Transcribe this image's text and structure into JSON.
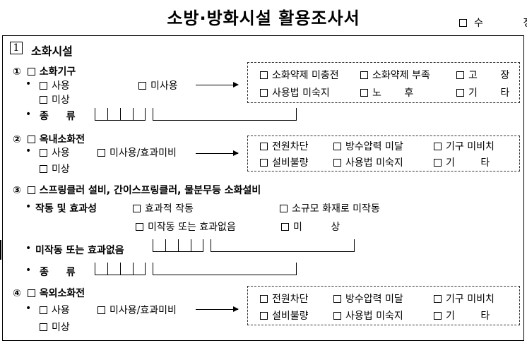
{
  "title": "소방·방화시설 활용조사서",
  "revise_label": "수 정",
  "section": {
    "num": "1",
    "title": "소화시설"
  },
  "fire_extinguisher": {
    "marker": "①",
    "label": "소화기구",
    "opt_use": "사용",
    "opt_unused": "미사용",
    "opt_not_installed": "미상",
    "reasons": [
      "소화약제 미충전",
      "소화약제 부족",
      "고 장",
      "사용법 미숙지",
      "노 후",
      "기 타"
    ],
    "type_label": "종 류"
  },
  "indoor_hydrant": {
    "marker": "②",
    "label": "옥내소화전",
    "opt_use": "사용",
    "opt_unused": "미사용/효과미비",
    "opt_unknown": "미상",
    "reasons": [
      "전원차단",
      "방수압력 미달",
      "기구 미비치",
      "설비불량",
      "사용법 미숙지",
      "기 타"
    ]
  },
  "sprinkler": {
    "marker": "③",
    "label": "스프링클러 설비, 간이스프링클러, 물분무등 소화설비",
    "operation_label": "작동 및 효과성",
    "opt_effective": "효과적 작동",
    "opt_small_fire": "소규모 화재로 미작동",
    "opt_ineffective": "미작동 또는 효과없음",
    "opt_unknown": "미 상",
    "failure_label": "미작동 또는 효과없음",
    "type_label": "종 류"
  },
  "outdoor_hydrant": {
    "marker": "④",
    "label": "옥외소화전",
    "opt_use": "사용",
    "opt_unused": "미사용/효과미비",
    "opt_unknown": "미상",
    "reasons": [
      "전원차단",
      "방수압력 미달",
      "기구 미비치",
      "설비불량",
      "사용법 미숙지",
      "기 타"
    ]
  }
}
